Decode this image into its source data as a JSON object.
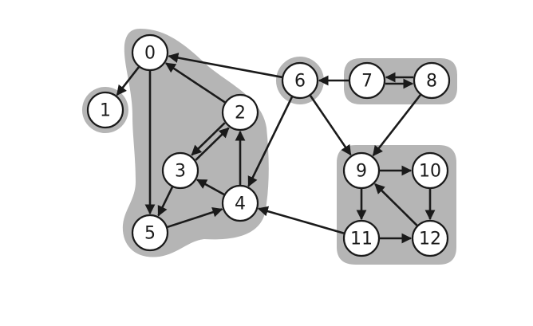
{
  "diagram": {
    "colors": {
      "region": "#b5b5b5",
      "node_fill": "#ffffff",
      "stroke": "#1a1a1a",
      "background": "#ffffff"
    },
    "nodes": [
      {
        "id": "0",
        "label": "0"
      },
      {
        "id": "1",
        "label": "1"
      },
      {
        "id": "2",
        "label": "2"
      },
      {
        "id": "3",
        "label": "3"
      },
      {
        "id": "4",
        "label": "4"
      },
      {
        "id": "5",
        "label": "5"
      },
      {
        "id": "6",
        "label": "6"
      },
      {
        "id": "7",
        "label": "7"
      },
      {
        "id": "8",
        "label": "8"
      },
      {
        "id": "9",
        "label": "9"
      },
      {
        "id": "10",
        "label": "10"
      },
      {
        "id": "11",
        "label": "11"
      },
      {
        "id": "12",
        "label": "12"
      }
    ],
    "edges": [
      {
        "from": "0",
        "to": "1"
      },
      {
        "from": "0",
        "to": "5"
      },
      {
        "from": "2",
        "to": "0"
      },
      {
        "from": "2",
        "to": "3"
      },
      {
        "from": "3",
        "to": "2"
      },
      {
        "from": "3",
        "to": "5"
      },
      {
        "from": "4",
        "to": "2"
      },
      {
        "from": "4",
        "to": "3"
      },
      {
        "from": "5",
        "to": "4"
      },
      {
        "from": "6",
        "to": "0"
      },
      {
        "from": "6",
        "to": "4"
      },
      {
        "from": "6",
        "to": "9"
      },
      {
        "from": "7",
        "to": "6"
      },
      {
        "from": "7",
        "to": "8"
      },
      {
        "from": "8",
        "to": "7"
      },
      {
        "from": "8",
        "to": "9"
      },
      {
        "from": "9",
        "to": "10"
      },
      {
        "from": "9",
        "to": "11"
      },
      {
        "from": "10",
        "to": "12"
      },
      {
        "from": "11",
        "to": "4"
      },
      {
        "from": "11",
        "to": "12"
      },
      {
        "from": "12",
        "to": "9"
      }
    ],
    "components": [
      {
        "id": "scc-0-2-3-4-5",
        "members": [
          "0",
          "2",
          "3",
          "4",
          "5"
        ]
      },
      {
        "id": "scc-1",
        "members": [
          "1"
        ]
      },
      {
        "id": "scc-6",
        "members": [
          "6"
        ]
      },
      {
        "id": "scc-7-8",
        "members": [
          "7",
          "8"
        ]
      },
      {
        "id": "scc-9-10-11-12",
        "members": [
          "9",
          "10",
          "11",
          "12"
        ]
      }
    ]
  }
}
